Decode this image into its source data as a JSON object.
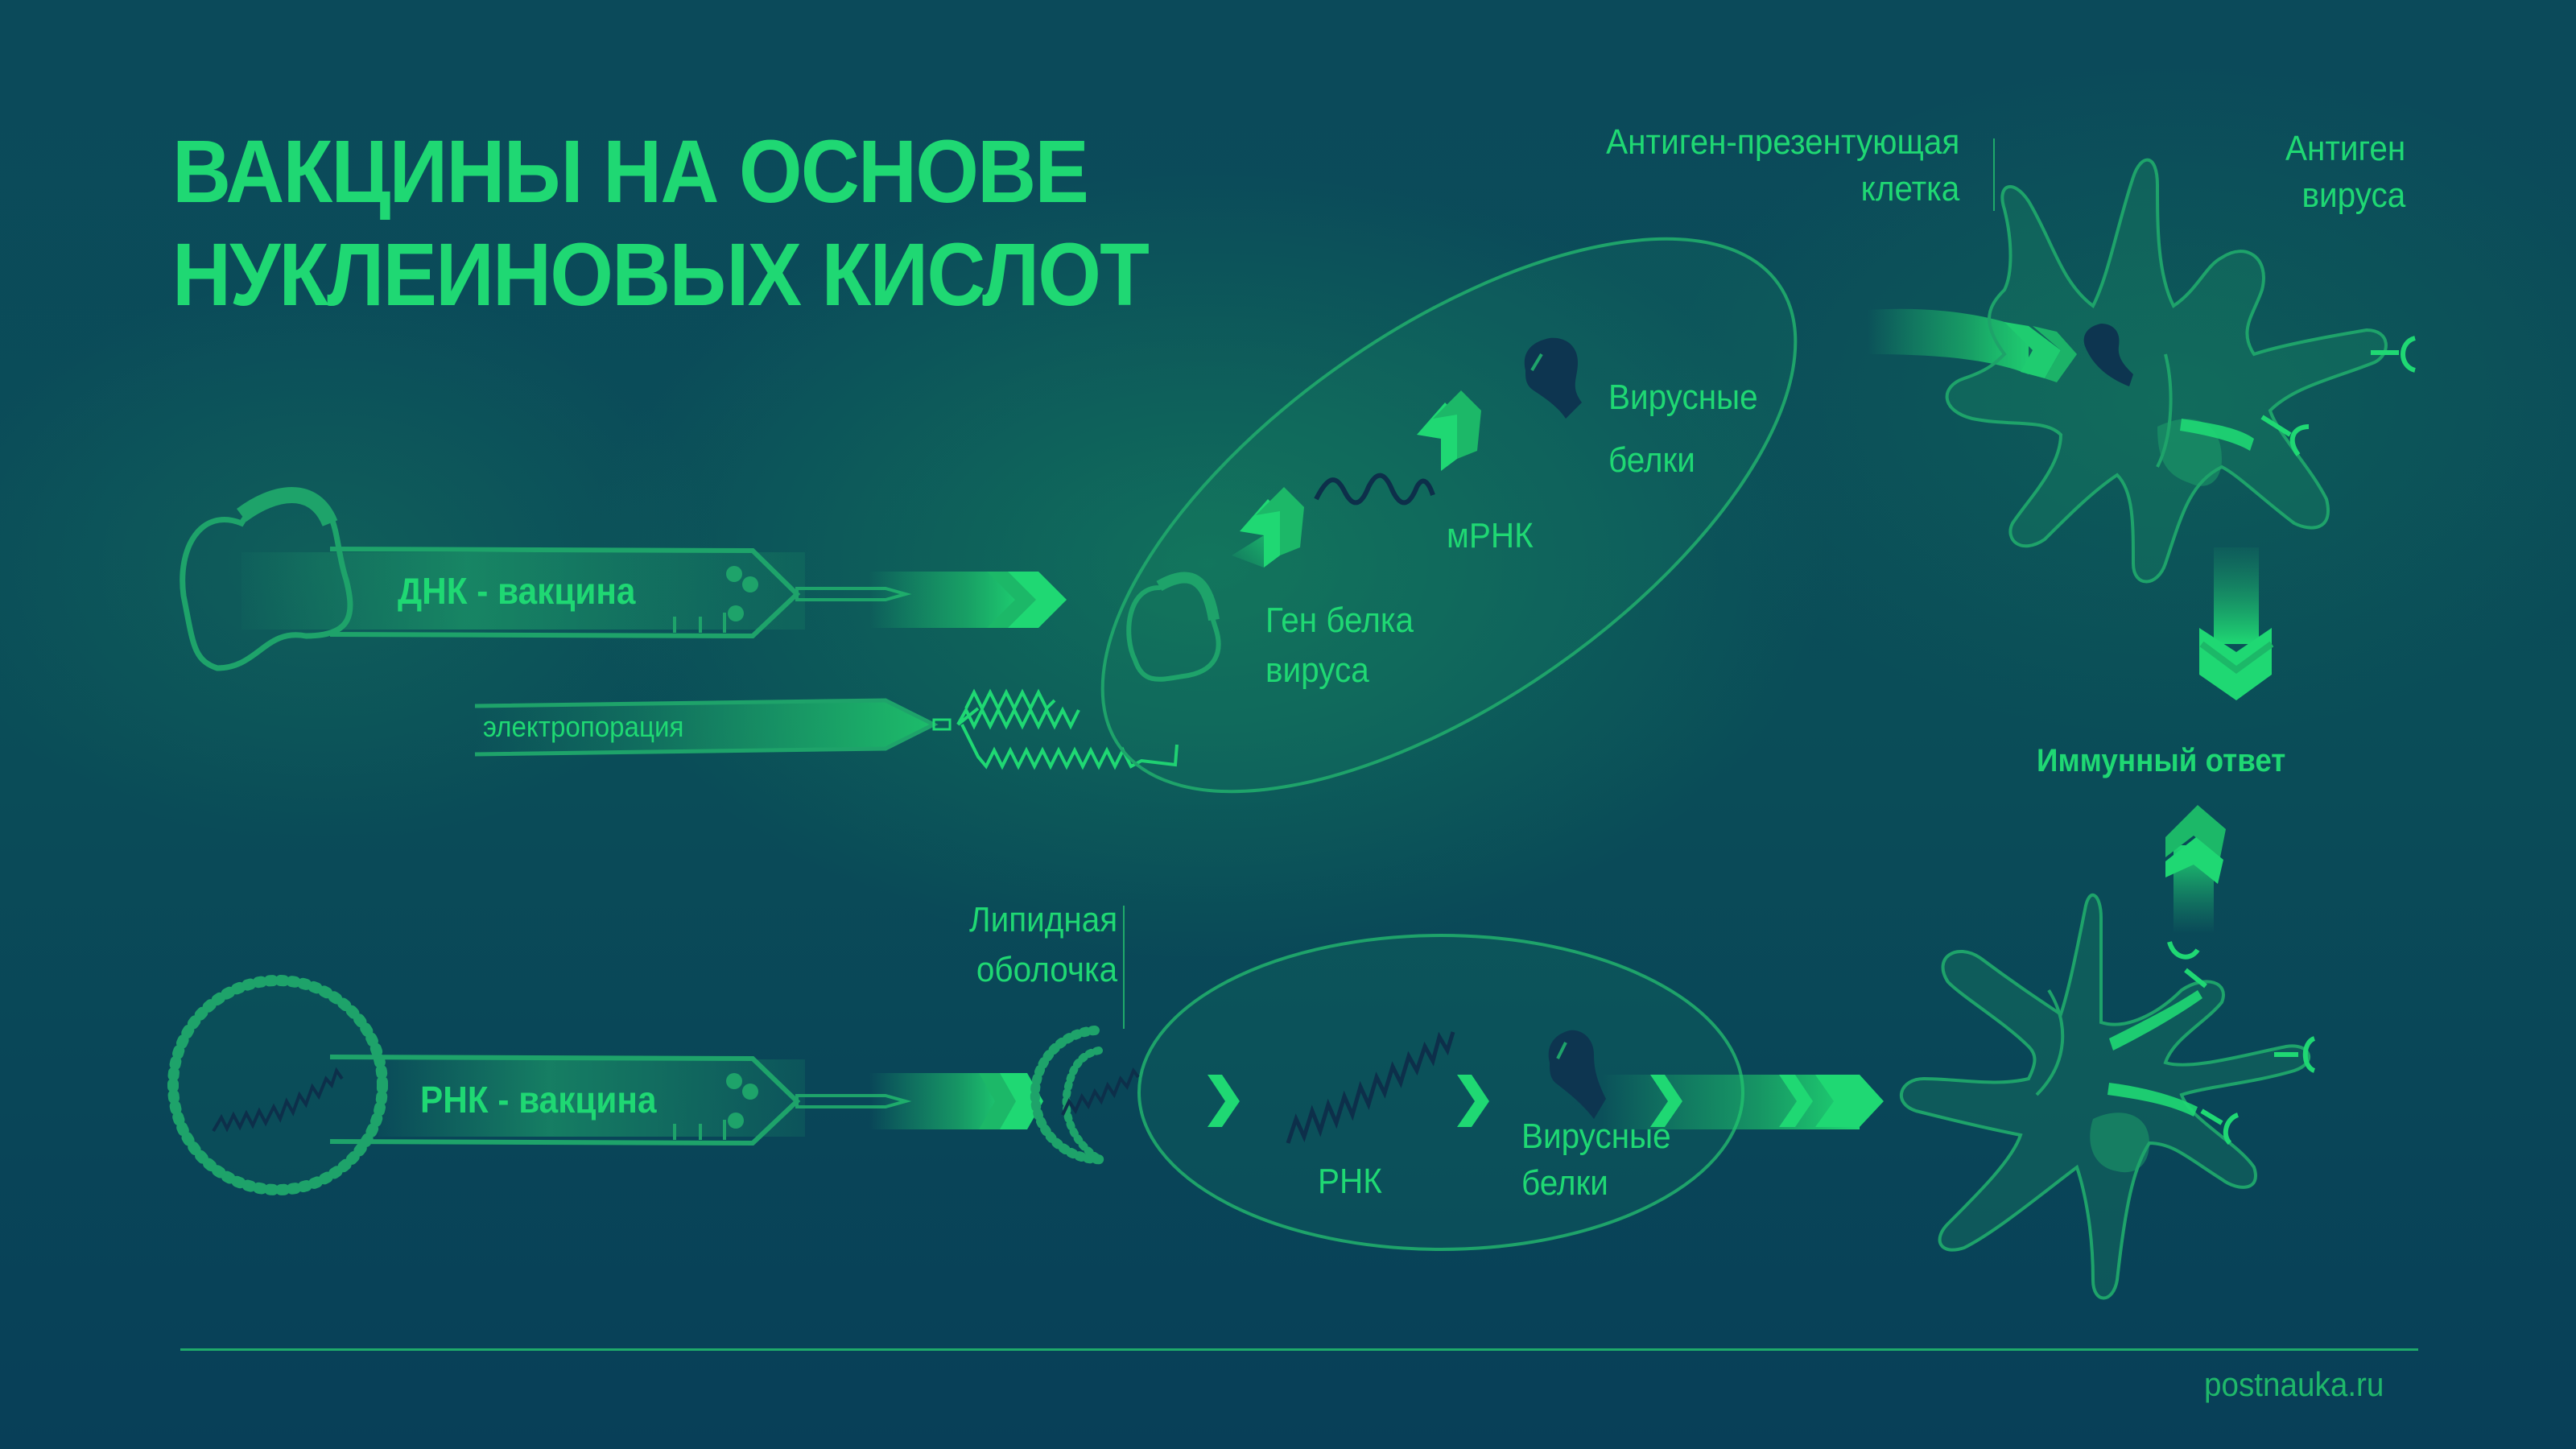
{
  "title": {
    "line1": "ВАКЦИНЫ НА ОСНОВЕ",
    "line2": "НУКЛЕИНОВЫХ КИСЛОТ"
  },
  "dna_row": {
    "syringe_label": "ДНК - вакцина",
    "electroporation_label": "электропорация",
    "cell": {
      "gene_label_line1": "Ген белка",
      "gene_label_line2": "вируса",
      "mrna_label": "мРНК",
      "proteins_label_line1": "Вирусные",
      "proteins_label_line2": "белки"
    }
  },
  "rna_row": {
    "syringe_label": "РНК - вакцина",
    "lipid_label_line1": "Липидная",
    "lipid_label_line2": "оболочка",
    "cell": {
      "rna_label": "РНК",
      "proteins_label_line1": "Вирусные",
      "proteins_label_line2": "белки"
    }
  },
  "apc": {
    "label_line1": "Антиген-презентующая",
    "label_line2": "клетка",
    "antigen_label_line1": "Антиген",
    "antigen_label_line2": "вируса"
  },
  "immune_response": "Иммунный ответ",
  "footer": {
    "site": "postnauka.ru"
  },
  "colors": {
    "accent": "#1fd873",
    "background": "#0a4a58",
    "dark_protein": "#0b3550",
    "outline": "#1fa96a"
  }
}
